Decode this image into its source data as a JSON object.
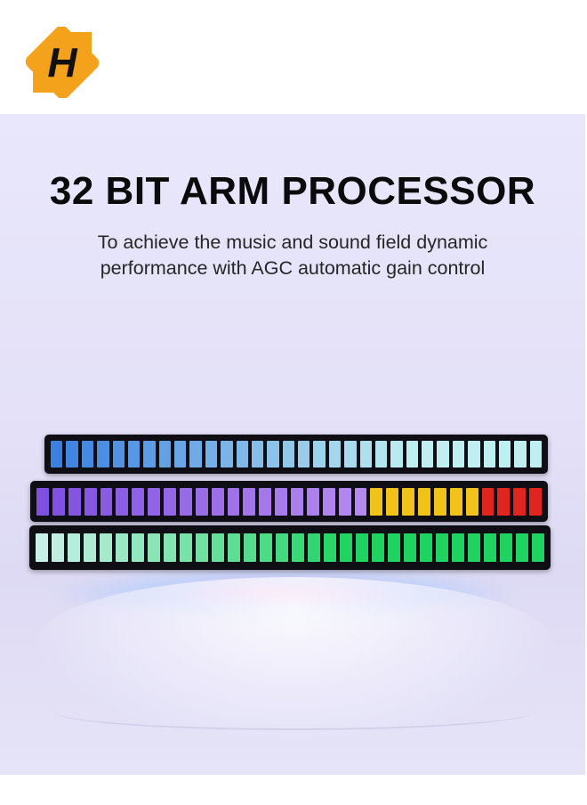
{
  "brand": {
    "logo_letter": "H",
    "logo_bg": "#f4a21c",
    "logo_fg": "#111111"
  },
  "headline": {
    "title": "32 BIT ARM PROCESSOR",
    "subtitle_line1": "To achieve the music and sound field dynamic",
    "subtitle_line2": "performance with AGC automatic gain control"
  },
  "light_bars": {
    "segments_per_bar": 32,
    "bar1_colors": [
      "#3b7fe0",
      "#bfeff0"
    ],
    "bar2_colors": [
      "#7e4fe0",
      "#b58aee",
      "#f1c21a",
      "#e0251f"
    ],
    "bar3_colors": [
      "#c8f0e8",
      "#1fd360"
    ]
  }
}
